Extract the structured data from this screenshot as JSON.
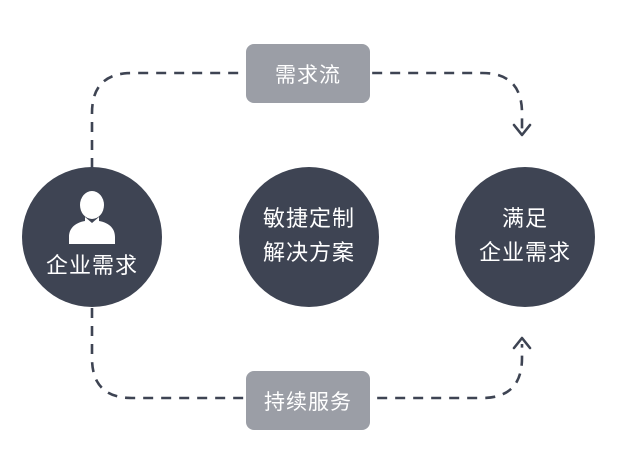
{
  "colors": {
    "node": "#3e4453",
    "tag": "#9b9ea6",
    "flow_line": "#3e4453"
  },
  "nodes": {
    "demand": {
      "icon": "user-icon",
      "label": "企业需求"
    },
    "solution": {
      "line1": "敏捷定制",
      "line2": "解决方案"
    },
    "satisfy": {
      "line1": "满足",
      "line2": "企业需求"
    }
  },
  "flows": {
    "top_label": "需求流",
    "bottom_label": "持续服务"
  }
}
